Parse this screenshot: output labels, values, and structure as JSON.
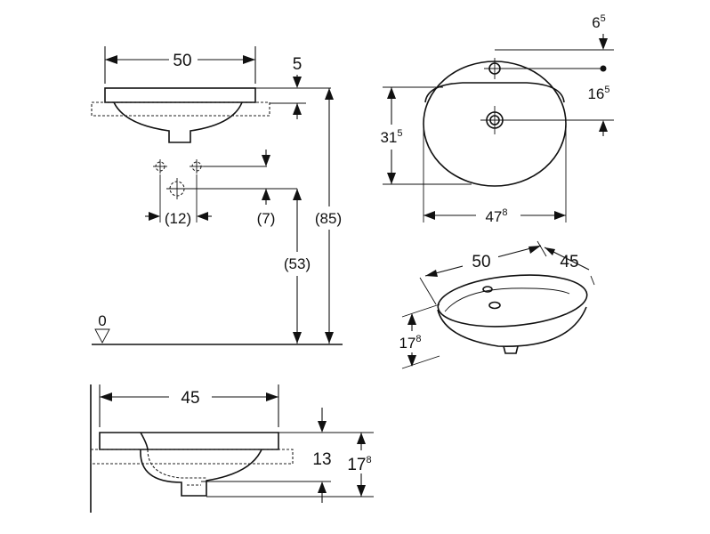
{
  "side_view": {
    "dim_width": "50",
    "dim_rim": "5",
    "dim_tap_spacing": "(12)",
    "dim_tap_height": "(7)",
    "dim_mount_height": "(53)",
    "dim_total_height": "(85)",
    "floor_level": "0"
  },
  "top_view": {
    "dim_tap_offset_main": "6",
    "dim_tap_offset_sup": "5",
    "dim_drain_offset_main": "16",
    "dim_drain_offset_sup": "5",
    "dim_depth_main": "31",
    "dim_depth_sup": "5",
    "dim_width_main": "47",
    "dim_width_sup": "8"
  },
  "iso_view": {
    "dim_width": "50",
    "dim_depth": "45",
    "dim_height_main": "17",
    "dim_height_sup": "8"
  },
  "section_view": {
    "dim_depth": "45",
    "dim_bowl_depth": "13",
    "dim_height_main": "17",
    "dim_height_sup": "8"
  }
}
